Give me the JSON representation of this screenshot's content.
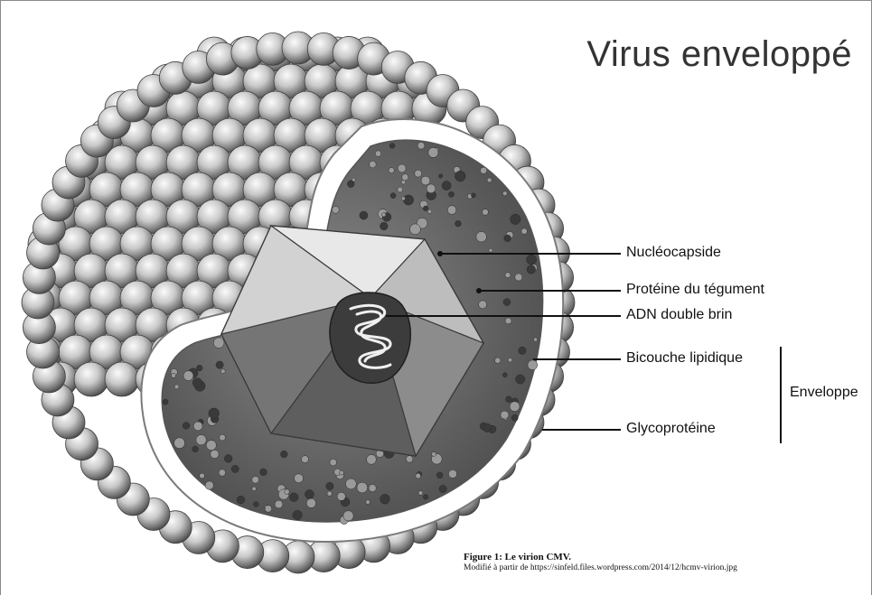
{
  "title": "Virus enveloppé",
  "labels": {
    "nucleocapside": "Nucléocapside",
    "tegument": "Protéine du tégument",
    "adn": "ADN double brin",
    "bicouche": "Bicouche lipidique",
    "glycoproteine": "Glycoprotéine",
    "enveloppe": "Enveloppe"
  },
  "caption": {
    "title": "Figure 1: Le virion CMV.",
    "source": "Modifié à partir de https://sinfeld.files.wordpress.com/2014/12/hcmv-virion.jpg"
  },
  "colors": {
    "sphere_light": "#f2f2f2",
    "sphere_dark": "#5a5a5a",
    "membrane": "#ffffff",
    "interior": "#6e6e6e",
    "capsid_light": "#d9d9d9",
    "capsid_dark": "#4a4a4a"
  }
}
